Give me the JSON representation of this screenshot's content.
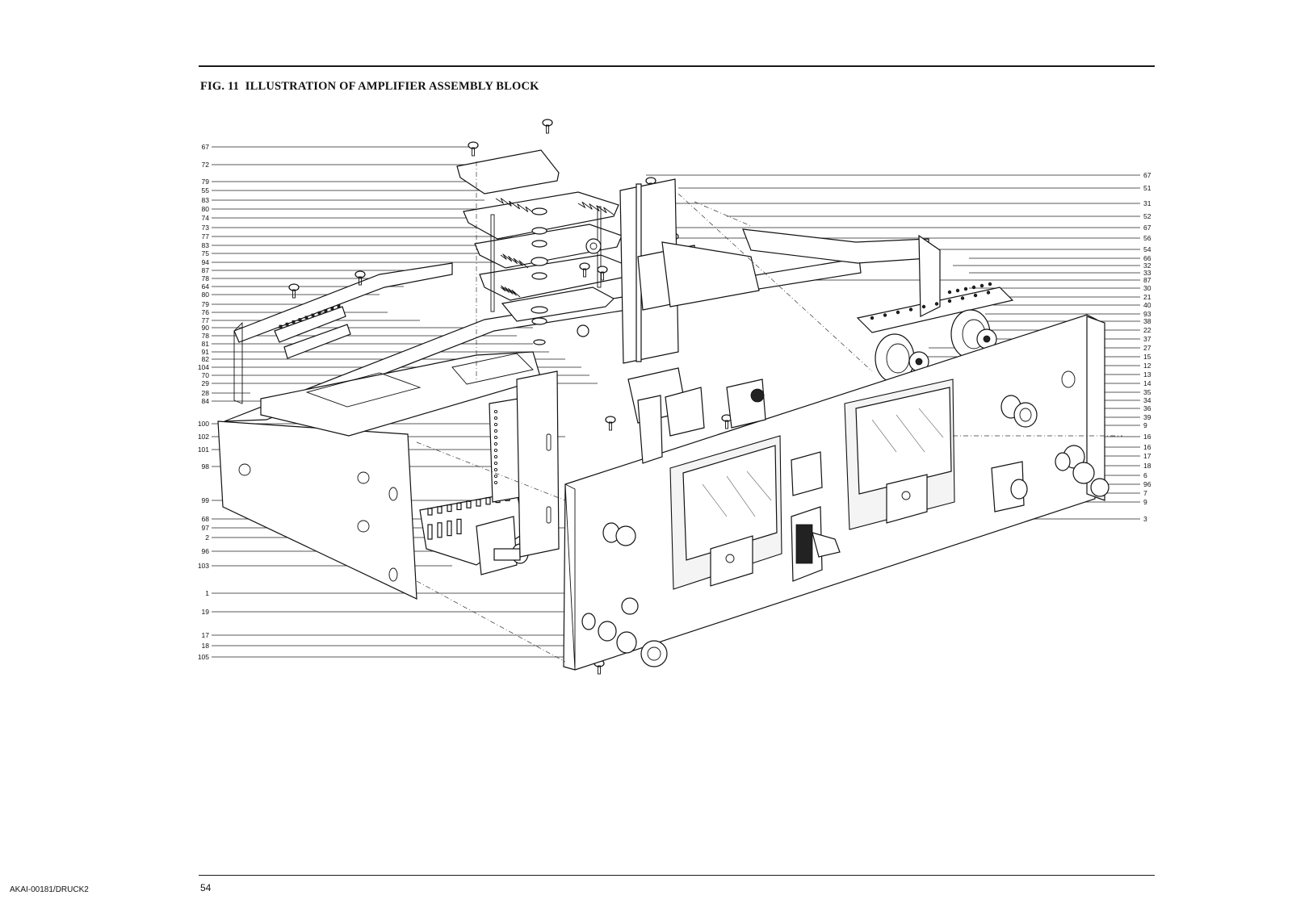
{
  "figure": {
    "title": "FIG. 11  ILLUSTRATION OF AMPLIFIER ASSEMBLY BLOCK"
  },
  "footer": {
    "page_number": "54",
    "doc_id": "AKAI-00181/DRUCK2"
  },
  "left_callouts": [
    "67",
    "72",
    "79",
    "55",
    "83",
    "80",
    "74",
    "73",
    "77",
    "83",
    "75",
    "94",
    "87",
    "78",
    "64",
    "80",
    "79",
    "76",
    "77",
    "90",
    "78",
    "81",
    "91",
    "82",
    "104",
    "70",
    "29",
    "28",
    "84",
    "100",
    "102",
    "101",
    "98",
    "99",
    "68",
    "97",
    "2",
    "96",
    "103",
    "1",
    "19",
    "17",
    "18",
    "105"
  ],
  "right_callouts": [
    "67",
    "51",
    "31",
    "52",
    "67",
    "56",
    "54",
    "66",
    "32",
    "33",
    "87",
    "30",
    "21",
    "40",
    "93",
    "38",
    "22",
    "37",
    "27",
    "15",
    "12",
    "13",
    "14",
    "35",
    "34",
    "36",
    "39",
    "9",
    "16",
    "16",
    "17",
    "18",
    "6",
    "96",
    "7",
    "9",
    "3"
  ]
}
